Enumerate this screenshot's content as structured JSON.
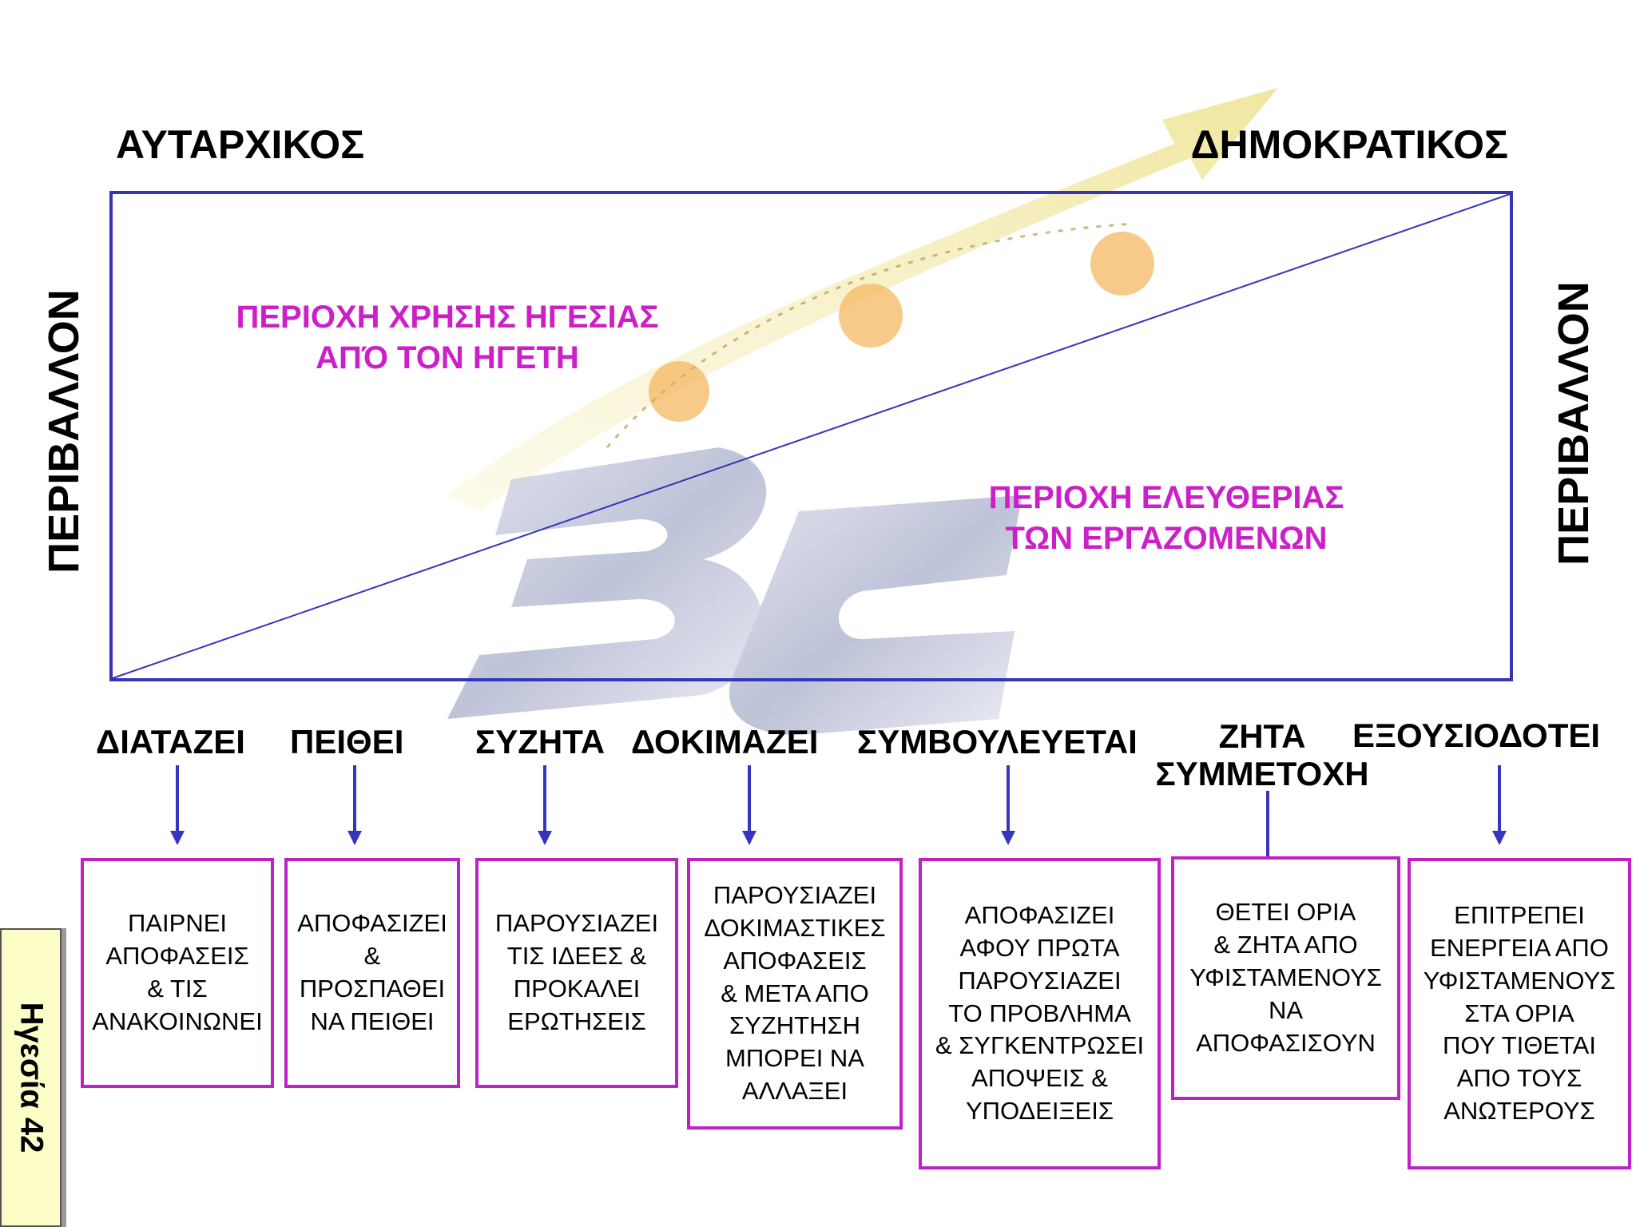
{
  "header": {
    "left_title": "ΑΥΤΑΡΧΙΚΟΣ",
    "right_title": "ΔΗΜΟΚΡΑΤΙΚΟΣ"
  },
  "sides": {
    "left": "ΠΕΡΙΒΑΛΛΟΝ",
    "right": "ΠΕΡΙΒΑΛΛΟΝ"
  },
  "regions": {
    "leader": [
      "ΠΕΡΙΟΧΗ ΧΡΗΣΗΣ ΗΓΕΣΙΑΣ",
      "ΑΠΌ ΤΟΝ ΗΓΕΤΗ"
    ],
    "employees": [
      "ΠΕΡΙΟΧΗ ΕΛΕΥΘΕΡΙΑΣ",
      "ΤΩΝ ΕΡΓΑΖΟΜΕΝΩΝ"
    ]
  },
  "styles": [
    {
      "verb": "ΔΙΑΤΑΖΕΙ",
      "description": [
        "ΠΑΙΡΝΕΙ",
        "ΑΠΟΦΑΣΕΙΣ",
        "& ΤΙΣ",
        "ΑΝΑΚΟΙΝΩΝΕΙ"
      ]
    },
    {
      "verb": "ΠΕΙΘΕΙ",
      "description": [
        "ΑΠΟΦΑΣΙΖΕΙ",
        "&",
        "ΠΡΟΣΠΑΘΕΙ",
        "ΝΑ ΠΕΙΘΕΙ"
      ]
    },
    {
      "verb": "ΣΥΖΗΤΑ",
      "description": [
        "ΠΑΡΟΥΣΙΑΖΕΙ",
        "ΤΙΣ ΙΔΕΕΣ &",
        "ΠΡΟΚΑΛΕΙ",
        "ΕΡΩΤΗΣΕΙΣ"
      ]
    },
    {
      "verb": "ΔΟΚΙΜΑΖΕΙ",
      "description": [
        "ΠΑΡΟΥΣΙΑΖΕΙ",
        "ΔΟΚΙΜΑΣΤΙΚΕΣ",
        "ΑΠΟΦΑΣΕΙΣ",
        "& ΜΕΤΑ ΑΠΟ",
        "ΣΥΖΗΤΗΣΗ",
        "ΜΠΟΡΕΙ ΝΑ",
        "ΑΛΛΑΞΕΙ"
      ]
    },
    {
      "verb": "ΣΥΜΒΟΥΛΕΥΕΤΑΙ",
      "description": [
        "ΑΠΟΦΑΣΙΖΕΙ",
        "ΑΦΟΥ ΠΡΩΤΑ",
        "ΠΑΡΟΥΣΙΑΖΕΙ",
        "ΤΟ ΠΡΟΒΛΗΜΑ",
        "& ΣΥΓΚΕΝΤΡΩΣΕΙ",
        "ΑΠΟΨΕΙΣ &",
        "ΥΠΟΔΕΙΞΕΙΣ"
      ]
    },
    {
      "verb": [
        "ΖΗΤΑ",
        "ΣΥΜΜΕΤΟΧΗ"
      ],
      "description": [
        "ΘΕΤΕΙ ΟΡΙΑ",
        "& ΖΗΤΑ ΑΠΟ",
        "ΥΦΙΣΤΑΜΕΝΟΥΣ",
        "ΝΑ",
        "ΑΠΟΦΑΣΙΣΟΥΝ"
      ]
    },
    {
      "verb": "ΕΞΟΥΣΙΟΔΟΤΕΙ",
      "description": [
        "ΕΠΙΤΡΕΠΕΙ",
        "ΕΝΕΡΓΕΙΑ ΑΠΟ",
        "ΥΦΙΣΤΑΜΕΝΟΥΣ",
        "ΣΤΑ ΟΡΙΑ",
        "ΠΟΥ ΤΙΘΕΤΑΙ",
        "ΑΠΟ ΤΟΥΣ",
        "ΑΝΩΤΕΡΟΥΣ"
      ]
    }
  ],
  "footer": {
    "slide_label": "Ηγεσία 42"
  },
  "colors": {
    "frame": "#3535b8",
    "region_text": "#cc1fc8",
    "box_border": "#c020c8",
    "arrow": "#3535c0",
    "watermark_arrow": "#e8dc7a",
    "watermark_logo": "#8a92b8",
    "watermark_dots": "#f6b45a"
  }
}
